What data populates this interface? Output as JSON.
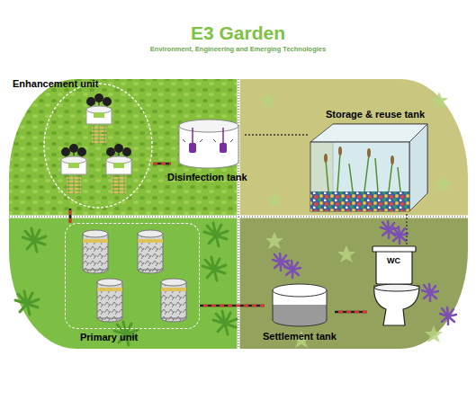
{
  "diagram": {
    "title": "E3 Garden",
    "nodes": [
      {
        "text": [
          "Enhancement unit"
        ]
      },
      {
        "text": [
          "Disinfection tank"
        ]
      },
      {
        "text": [
          "Storage & reuse tank"
        ]
      },
      {
        "text": [
          "Primary unit"
        ]
      },
      {
        "text": [
          "Settlement tank"
        ]
      },
      {
        "text": [
          "WC"
        ]
      }
    ],
    "edges": [
      {
        "from": 5,
        "to": 4,
        "arrow": "none"
      },
      {
        "from": 4,
        "to": 3,
        "arrow": "none"
      },
      {
        "from": 3,
        "to": 0,
        "arrow": "none"
      },
      {
        "from": 0,
        "to": 1,
        "arrow": "none"
      },
      {
        "from": 1,
        "to": 2,
        "arrow": "none"
      },
      {
        "from": 2,
        "to": 5,
        "arrow": "none"
      }
    ],
    "labels": [
      "Environment, Engineering and Emerging Technologies"
    ]
  }
}
